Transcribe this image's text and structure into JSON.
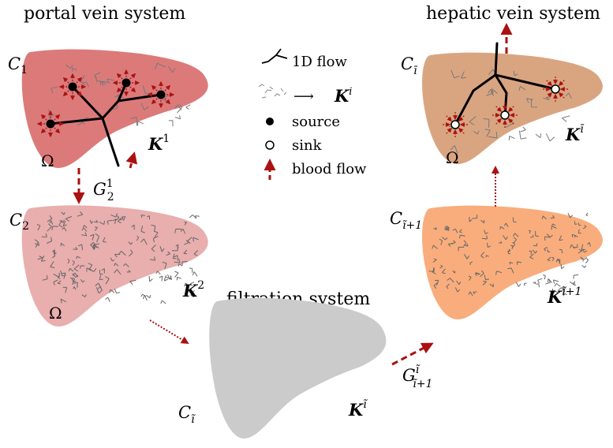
{
  "titles": {
    "portal": "portal vein system",
    "hepatic": "hepatic vein system",
    "filtration": "filtration system"
  },
  "compartments": {
    "c1": {
      "C": "C",
      "C_sub": "1",
      "K": "K",
      "K_sup": "1",
      "omega": "Ω",
      "color": "#dc7a7a"
    },
    "c2": {
      "C": "C",
      "C_sub": "2",
      "K": "K",
      "K_sup": "2",
      "omega": "Ω",
      "color": "#e9aeae"
    },
    "ci": {
      "C": "C",
      "C_sub": "ĩ",
      "K": "K",
      "K_sup": "ĩ",
      "color": "#cbcbcb"
    },
    "ci1": {
      "C": "C",
      "C_sub": "ĩ+1",
      "K": "K",
      "K_sup": "ĩ+1",
      "color": "#f9ad7c"
    },
    "cibar": {
      "C": "C",
      "C_sub": "ī",
      "K": "K",
      "K_sup": "ī",
      "omega": "Ω",
      "color": "#d9a581"
    }
  },
  "couplings": {
    "g21": {
      "G": "G",
      "sub": "2",
      "sup": "1"
    },
    "gii1": {
      "G": "G",
      "sub": "ĩ+1",
      "sup": "ĩ"
    }
  },
  "legend": {
    "flow1d": "1D flow",
    "arrow": "⟶",
    "Ki": "K",
    "Ki_sup": "i",
    "source": "source",
    "sink": "sink",
    "blood_flow": "blood flow"
  },
  "colors": {
    "arrow": "#aa1111",
    "vessel": "#000000",
    "capillary": "#666666"
  }
}
